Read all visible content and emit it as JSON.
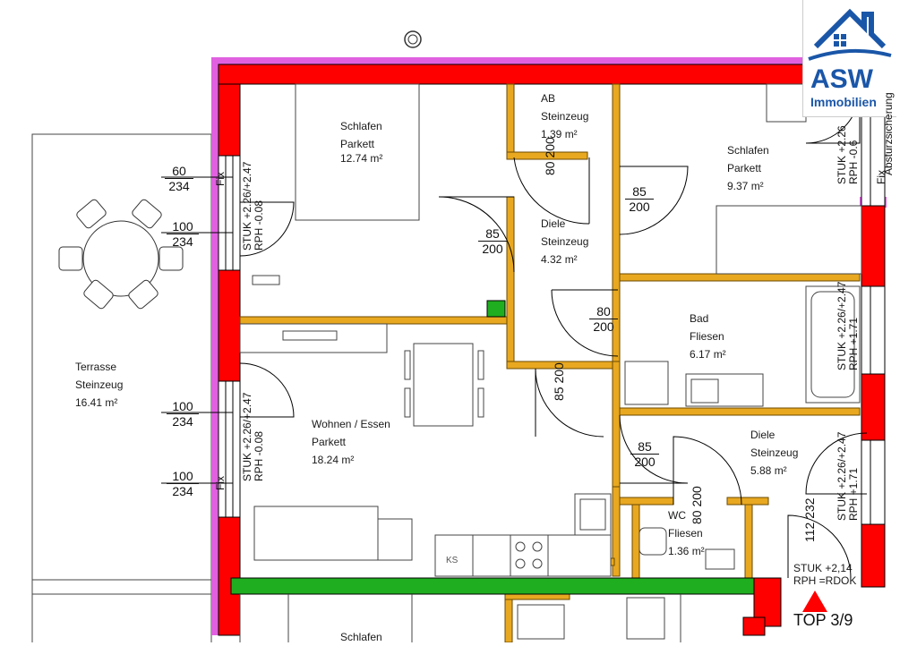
{
  "logo": {
    "brand": "ASW",
    "sub": "Immobilien"
  },
  "rooms": [
    {
      "id": "schlafen1",
      "name": "Schlafen",
      "floor": "Parkett",
      "area": "12.74 m²"
    },
    {
      "id": "ab",
      "name": "AB",
      "floor": "Steinzeug",
      "area": "1.39 m²"
    },
    {
      "id": "schlafen2",
      "name": "Schlafen",
      "floor": "Parkett",
      "area": "9.37 m²"
    },
    {
      "id": "diele1",
      "name": "Diele",
      "floor": "Steinzeug",
      "area": "4.32 m²"
    },
    {
      "id": "bad",
      "name": "Bad",
      "floor": "Fliesen",
      "area": "6.17 m²"
    },
    {
      "id": "terrasse",
      "name": "Terrasse",
      "floor": "Steinzeug",
      "area": "16.41 m²"
    },
    {
      "id": "wohnen",
      "name": "Wohnen / Essen",
      "floor": "Parkett",
      "area": "18.24 m²"
    },
    {
      "id": "diele2",
      "name": "Diele",
      "floor": "Steinzeug",
      "area": "5.88 m²"
    },
    {
      "id": "wc",
      "name": "WC",
      "floor": "Fliesen",
      "area": "1.36 m²"
    },
    {
      "id": "schlafen3",
      "name": "Schlafen",
      "floor": "",
      "area": ""
    }
  ],
  "dimensions": {
    "win1": {
      "w": "60",
      "h": "234"
    },
    "win2": {
      "w": "100",
      "h": "234"
    },
    "win3": {
      "w": "100",
      "h": "234"
    },
    "win4": {
      "w": "100",
      "h": "234"
    },
    "door_schlafen1": {
      "w": "85",
      "h": "200"
    },
    "door_schlafen2": {
      "w": "85",
      "h": "200"
    },
    "door_bad": {
      "w": "80",
      "h": "200"
    },
    "door_diele2": {
      "w": "85",
      "h": "200"
    },
    "door_ab": {
      "w": "80",
      "h": "200"
    },
    "door_wohnen": {
      "w": "85",
      "h": "200"
    },
    "door_wc": {
      "w": "80",
      "h": "200"
    },
    "door_entry": {
      "w": "112",
      "h": "232"
    }
  },
  "annotations": {
    "fix1": "Fix",
    "fix2": "Fix",
    "fix3": "Fix",
    "stuk_left1": "STUK +2.26/+2.47",
    "rph_left1": "RPH -0.08",
    "stuk_left2": "STUK +2.26/+2.47",
    "rph_left2": "RPH -0.08",
    "stuk_right1": "STUK +2.26",
    "rph_right1": "RPH -0.6",
    "absturz": "Absturzsicherung",
    "stuk_right2": "STUK +2.26/+2.47",
    "rph_right2": "RPH +1.71",
    "stuk_right3": "STUK +2.26/+2.47",
    "rph_right3": "RPH +1.71",
    "stuk_entry": "STUK +2,14",
    "rph_entry": "RPH =RDOK",
    "ks": "KS"
  },
  "unit_label": "TOP 3/9",
  "colors": {
    "wall_red": "#ff0000",
    "wall_pink": "#e060e0",
    "wall_yellow": "#e8a820",
    "wall_green": "#1fae1f",
    "logo_blue": "#1a56a8"
  }
}
